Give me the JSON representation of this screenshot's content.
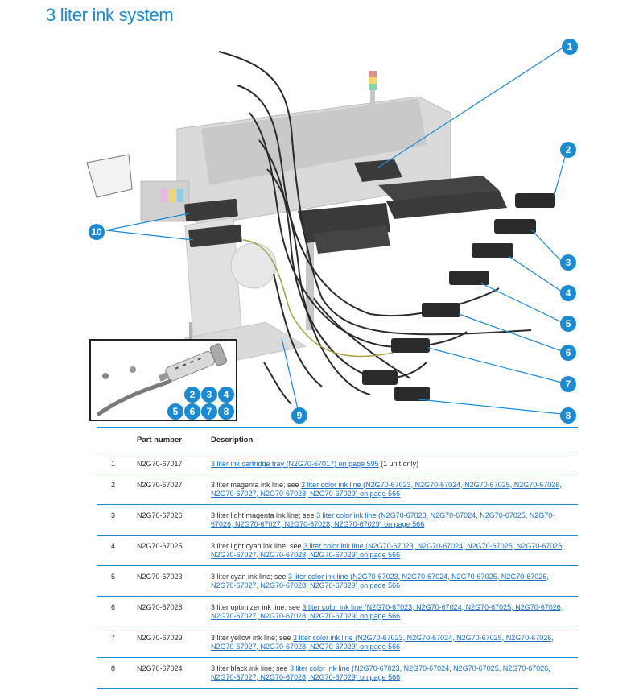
{
  "page": {
    "title": "3 liter ink system"
  },
  "figure": {
    "callouts": [
      "1",
      "2",
      "3",
      "4",
      "5",
      "6",
      "7",
      "8",
      "9",
      "10"
    ],
    "inset_callouts": [
      "2",
      "3",
      "4",
      "5",
      "6",
      "7",
      "8"
    ],
    "accent_color": "#1a8ad4"
  },
  "table": {
    "headers": {
      "number": "",
      "part_number": "Part number",
      "description": "Description"
    },
    "rows": [
      {
        "num": "1",
        "part": "N2G70-67017",
        "text": "",
        "link": "3 liter ink cartridge tray (N2G70-67017) on page 595",
        "after": " (1 unit only)"
      },
      {
        "num": "2",
        "part": "N2G70-67027",
        "text": "3 liter magenta ink line; see ",
        "link": "3 liter color ink line (N2G70-67023, N2G70-67024, N2G70-67025, N2G70-67026, N2G70-67027, N2G70-67028, N2G70-67029) on page 566",
        "after": ""
      },
      {
        "num": "3",
        "part": "N2G70-67026",
        "text": "3 liter light magenta ink line; see ",
        "link": "3 liter color ink line (N2G70-67023, N2G70-67024, N2G70-67025, N2G70-67026, N2G70-67027, N2G70-67028, N2G70-67029) on page 566",
        "after": ""
      },
      {
        "num": "4",
        "part": "N2G70-67025",
        "text": "3 liter light cyan ink line; see ",
        "link": "3 liter color ink line (N2G70-67023, N2G70-67024, N2G70-67025, N2G70-67026, N2G70-67027, N2G70-67028, N2G70-67029) on page 566",
        "after": ""
      },
      {
        "num": "5",
        "part": "N2G70-67023",
        "text": "3 liter cyan ink line; see ",
        "link": "3 liter color ink line (N2G70-67023, N2G70-67024, N2G70-67025, N2G70-67026, N2G70-67027, N2G70-67028, N2G70-67029) on page 566",
        "after": ""
      },
      {
        "num": "6",
        "part": "N2G70-67028",
        "text": "3 liter optimizer ink line; see ",
        "link": "3 liter color ink line (N2G70-67023, N2G70-67024, N2G70-67025, N2G70-67026, N2G70-67027, N2G70-67028, N2G70-67029) on page 566",
        "after": ""
      },
      {
        "num": "7",
        "part": "N2G70-67029",
        "text": "3 liter yellow ink line; see ",
        "link": "3 liter color ink line (N2G70-67023, N2G70-67024, N2G70-67025, N2G70-67026, N2G70-67027, N2G70-67028, N2G70-67029) on page 566",
        "after": ""
      },
      {
        "num": "8",
        "part": "N2G70-67024",
        "text": "3 liter black ink line; see ",
        "link": "3 liter color ink line (N2G70-67023, N2G70-67024, N2G70-67025, N2G70-67026, N2G70-67027, N2G70-67028, N2G70-67029) on page 566",
        "after": ""
      }
    ]
  }
}
